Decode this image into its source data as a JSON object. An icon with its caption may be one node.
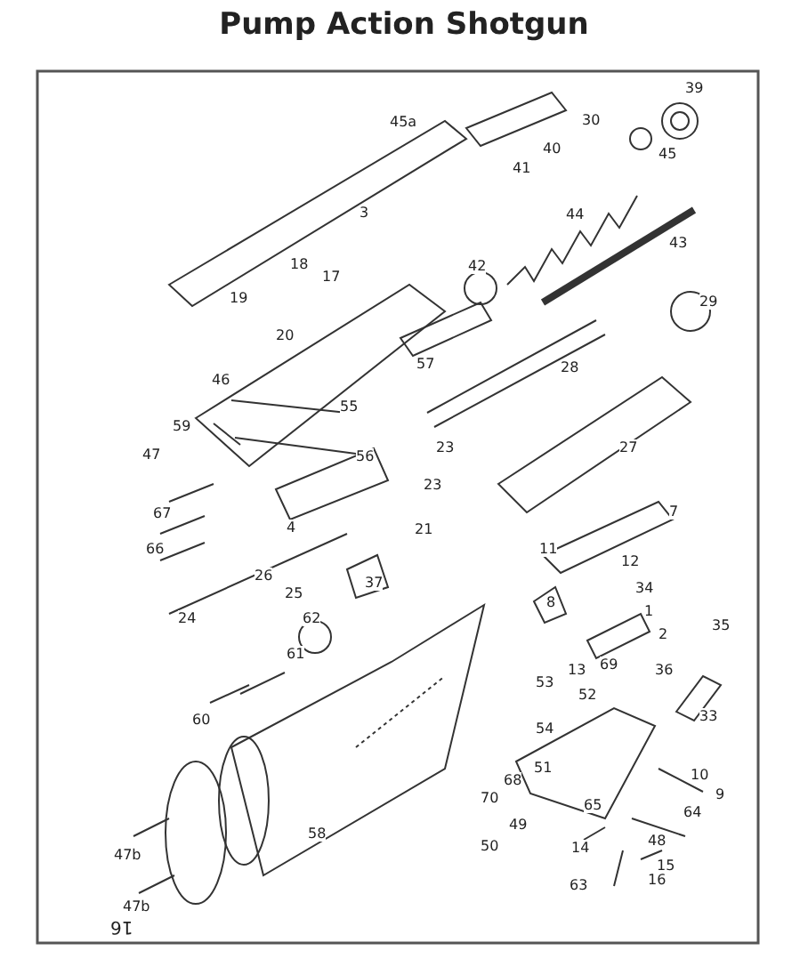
{
  "diagram": {
    "title": "Pump Action Shotgun",
    "labels": [
      "45a",
      "30",
      "39",
      "41",
      "40",
      "45",
      "3",
      "44",
      "18",
      "17",
      "43",
      "42",
      "19",
      "20",
      "29",
      "46",
      "57",
      "28",
      "55",
      "59",
      "47",
      "56",
      "23",
      "27",
      "23",
      "67",
      "4",
      "21",
      "66",
      "7",
      "11",
      "12",
      "26",
      "37",
      "25",
      "8",
      "34",
      "24",
      "62",
      "1",
      "35",
      "2",
      "61",
      "13",
      "69",
      "36",
      "53",
      "52",
      "60",
      "33",
      "54",
      "51",
      "10",
      "68",
      "70",
      "9",
      "58",
      "65",
      "64",
      "49",
      "48",
      "50",
      "14",
      "15",
      "16",
      "63",
      "47b",
      "47b",
      "16"
    ]
  }
}
